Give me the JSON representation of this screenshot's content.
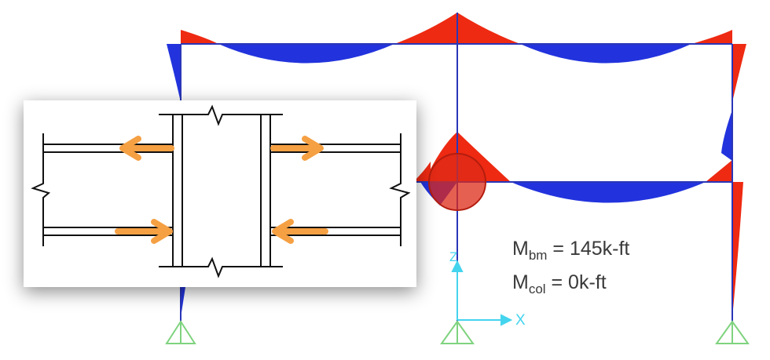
{
  "colors": {
    "positive_moment": "#2233dd",
    "negative_moment": "#ee2a12",
    "frame_line": "#2a36b8",
    "support": "#7fd37f",
    "axis": "#44d4ee",
    "arrow": "#f5a043",
    "highlight": "#dd2b18"
  },
  "labels": {
    "beam_moment": {
      "symbol": "M",
      "subscript": "bm",
      "value": "= 145k-ft"
    },
    "column_moment": {
      "symbol": "M",
      "subscript": "col",
      "value": "= 0k-ft"
    }
  },
  "axes": {
    "z": "Z",
    "x": "X"
  },
  "icons": [
    "pin-support-icon",
    "force-arrow-icon",
    "break-line-icon",
    "highlight-circle-icon"
  ]
}
